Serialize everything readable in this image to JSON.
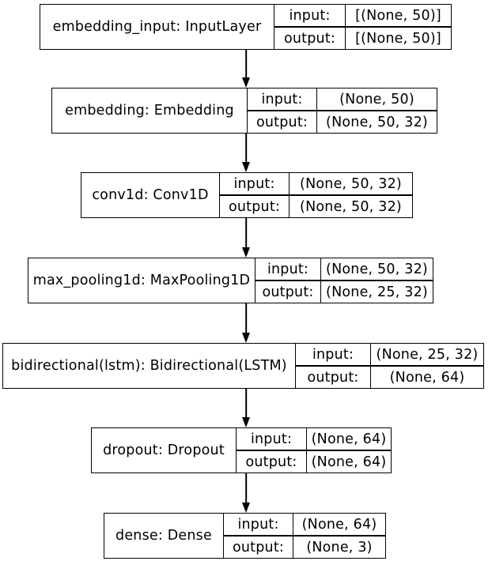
{
  "diagram": {
    "type": "keras-model-architecture",
    "io_labels": {
      "input": "input:",
      "output": "output:"
    },
    "layers": [
      {
        "name": "embedding_input: InputLayer",
        "input": "[(None, 50)]",
        "output": "[(None, 50)]"
      },
      {
        "name": "embedding: Embedding",
        "input": "(None, 50)",
        "output": "(None, 50, 32)"
      },
      {
        "name": "conv1d: Conv1D",
        "input": "(None, 50, 32)",
        "output": "(None, 50, 32)"
      },
      {
        "name": "max_pooling1d: MaxPooling1D",
        "input": "(None, 50, 32)",
        "output": "(None, 25, 32)"
      },
      {
        "name": "bidirectional(lstm): Bidirectional(LSTM)",
        "input": "(None, 25, 32)",
        "output": "(None, 64)"
      },
      {
        "name": "dropout: Dropout",
        "input": "(None, 64)",
        "output": "(None, 64)"
      },
      {
        "name": "dense: Dense",
        "input": "(None, 64)",
        "output": "(None, 3)"
      }
    ],
    "colors": {
      "border": "#000000",
      "background": "#ffffff",
      "text": "#000000",
      "arrow": "#000000"
    }
  }
}
